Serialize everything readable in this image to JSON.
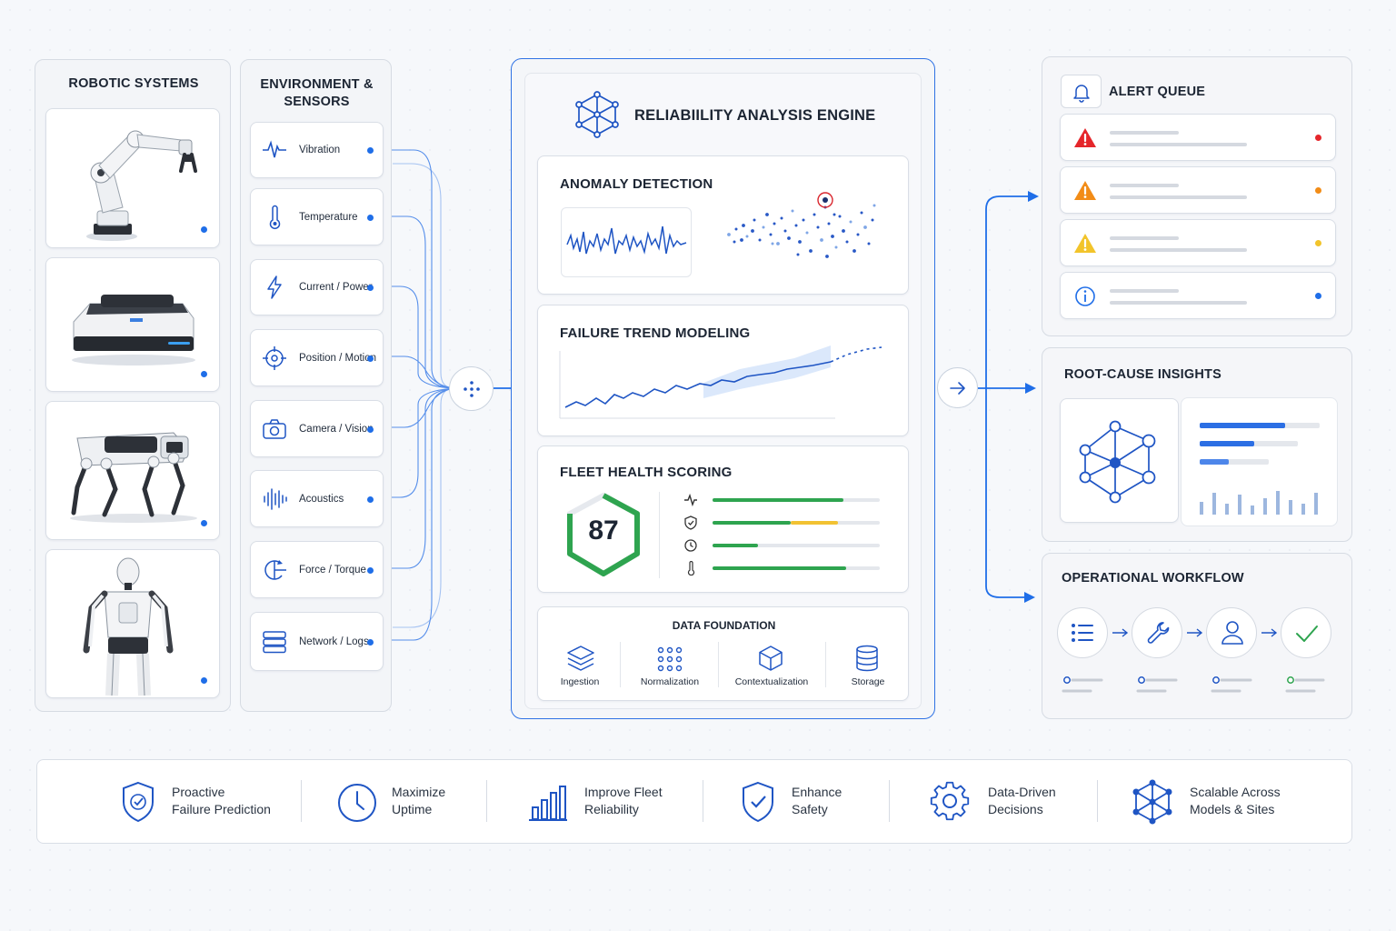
{
  "robotic_systems": {
    "title": "ROBOTIC SYSTEMS"
  },
  "sensors": {
    "title_line1": "ENVIRONMENT &",
    "title_line2": "SENSORS",
    "items": [
      "Vibration",
      "Temperature",
      "Current / Power",
      "Position / Motion",
      "Camera / Vision",
      "Acoustics",
      "Force / Torque",
      "Network / Logs"
    ]
  },
  "engine": {
    "title": "RELIABIILITY ANALYSIS ENGINE",
    "anomaly": {
      "title": "ANOMALY DETECTION"
    },
    "trend": {
      "title": "FAILURE TREND MODELING"
    },
    "health": {
      "title": "FLEET HEALTH SCORING",
      "score": "87",
      "bars": [
        {
          "icon": "pulse-icon",
          "fill": 0.78,
          "color": "#2ea44f",
          "secondary": 0
        },
        {
          "icon": "shield-icon",
          "fill": 0.47,
          "color": "#2ea44f",
          "secondary": 0.28,
          "secondary_color": "#f2c232"
        },
        {
          "icon": "clock-icon",
          "fill": 0.27,
          "color": "#2ea44f",
          "secondary": 0
        },
        {
          "icon": "thermometer-icon",
          "fill": 0.8,
          "color": "#2ea44f",
          "secondary": 0
        }
      ]
    },
    "foundation": {
      "title": "DATA FOUNDATION",
      "items": [
        "Ingestion",
        "Normalization",
        "Contextualization",
        "Storage"
      ]
    }
  },
  "alerts": {
    "title": "ALERT QUEUE",
    "items": [
      {
        "level": "critical",
        "color": "#e5262b"
      },
      {
        "level": "warning",
        "color": "#f28c17"
      },
      {
        "level": "caution",
        "color": "#f2c42b"
      },
      {
        "level": "info",
        "color": "#1f6ee8"
      }
    ]
  },
  "root_cause": {
    "title": "ROOT-CAUSE INSIGHTS"
  },
  "workflow": {
    "title": "OPERATIONAL WORKFLOW"
  },
  "benefits": [
    {
      "line1": "Proactive",
      "line2": "Failure Prediction",
      "icon": "shield-check-icon"
    },
    {
      "line1": "Maximize",
      "line2": "Uptime",
      "icon": "clock-icon"
    },
    {
      "line1": "Improve Fleet",
      "line2": "Reliability",
      "icon": "bar-chart-icon"
    },
    {
      "line1": "Enhance",
      "line2": "Safety",
      "icon": "shield-check-icon"
    },
    {
      "line1": "Data-Driven",
      "line2": "Decisions",
      "icon": "gear-icon"
    },
    {
      "line1": "Scalable Across",
      "line2": "Models & Sites",
      "icon": "network-icon"
    }
  ],
  "colors": {
    "accent": "#1f6ee8",
    "green": "#2ea44f",
    "border": "#d6dbe3"
  }
}
